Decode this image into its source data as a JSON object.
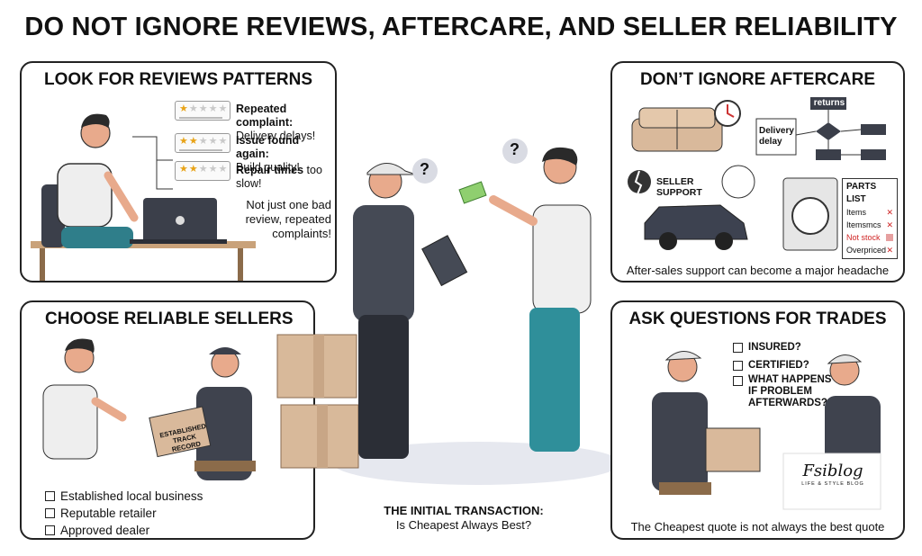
{
  "title": "DO NOT IGNORE REVIEWS, AFTERCARE, AND SELLER RELIABILITY",
  "reviews": {
    "heading": "LOOK FOR REVIEWS PATTERNS",
    "items": [
      {
        "bold": "Repeated complaint:",
        "text": "Delivery delays!",
        "stars": 1
      },
      {
        "bold": "Issue found again:",
        "text": "Build quality!",
        "stars": 2
      },
      {
        "bold": "Repair times",
        "text": "too slow!",
        "stars": 2
      }
    ],
    "note": "Not just one bad review, repeated complaints!"
  },
  "aftercare": {
    "heading": "DON’T IGNORE AFTERCARE",
    "flow_returns": "returns",
    "flow_delay": "Delivery delay",
    "seller_support": "SELLER SUPPORT",
    "parts_list": {
      "title": "PARTS LIST",
      "rows": [
        {
          "label": "Items",
          "mark": "x"
        },
        {
          "label": "Itemsmcs",
          "mark": "x"
        },
        {
          "label": "Not stock",
          "mark": "square"
        },
        {
          "label": "Overpriced",
          "mark": "x"
        }
      ]
    },
    "caption": "After-sales support can become a major headache"
  },
  "sellers": {
    "heading": "CHOOSE RELIABLE SELLERS",
    "clipboard": "ESTABLISHED TRACK RECORD",
    "items": [
      "Established local business",
      "Reputable retailer",
      "Approved dealer"
    ]
  },
  "center": {
    "question_mark": "?",
    "caption_title": "THE INITIAL TRANSACTION:",
    "caption_sub": "Is Cheapest Always Best?"
  },
  "trades": {
    "heading": "ASK QUESTIONS FOR TRADES",
    "questions": [
      "INSURED?",
      "CERTIFIED?",
      "WHAT HAPPENS IF PROBLEM AFTERWARDS?"
    ],
    "logo": "Fsiblog",
    "logo_sub": "LIFE & STYLE BLOG",
    "caption": "The Cheapest quote is not always the best quote"
  },
  "colors": {
    "shirt": "#4a4a55",
    "skin": "#e8aa8c",
    "box": "#d8b99a",
    "accent": "#2f8f9a"
  }
}
